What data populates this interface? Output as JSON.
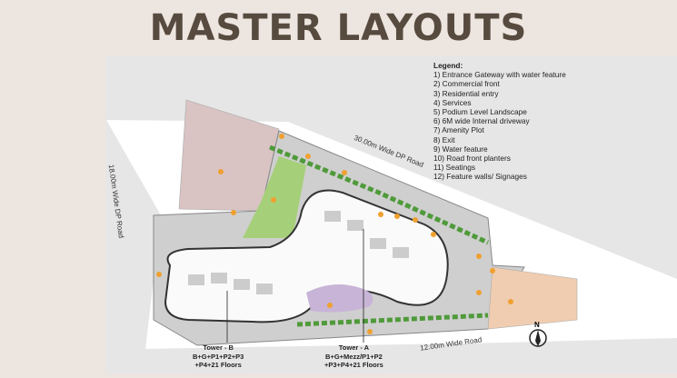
{
  "title": "MASTER LAYOUTS",
  "legend": {
    "heading": "Legend:",
    "items": [
      "1) Entrance Gateway with water feature",
      "2) Commercial front",
      "3) Residential entry",
      "4) Services",
      "5) Podium Level Landscape",
      "6) 6M wide Internal driveway",
      "7)  Amenity Plot",
      "8)  Exit",
      "9)  Water feature",
      "10)  Road front planters",
      "11)  Seatings",
      "12)  Feature walls/ Signages"
    ]
  },
  "roads": {
    "top": "30.00m Wide DP Road",
    "left": "18.00m Wide DP Road",
    "bottom": "12.00m Wide Road"
  },
  "towers": {
    "b": {
      "name": "Tower - B",
      "line1": "B+G+P1+P2+P3",
      "line2": "+P4+21 Floors"
    },
    "a": {
      "name": "Tower - A",
      "line1": "B+G+Mezz/P1+P2",
      "line2": "+P3+P4+21 Floors"
    }
  },
  "north": "N",
  "colors": {
    "title": "#574a3f",
    "marker": "#f0a030",
    "amenity": "#d9c3c3",
    "service": "#f0cdb0",
    "lawn": "#a6cf7a",
    "water": "#c8b4d6"
  }
}
